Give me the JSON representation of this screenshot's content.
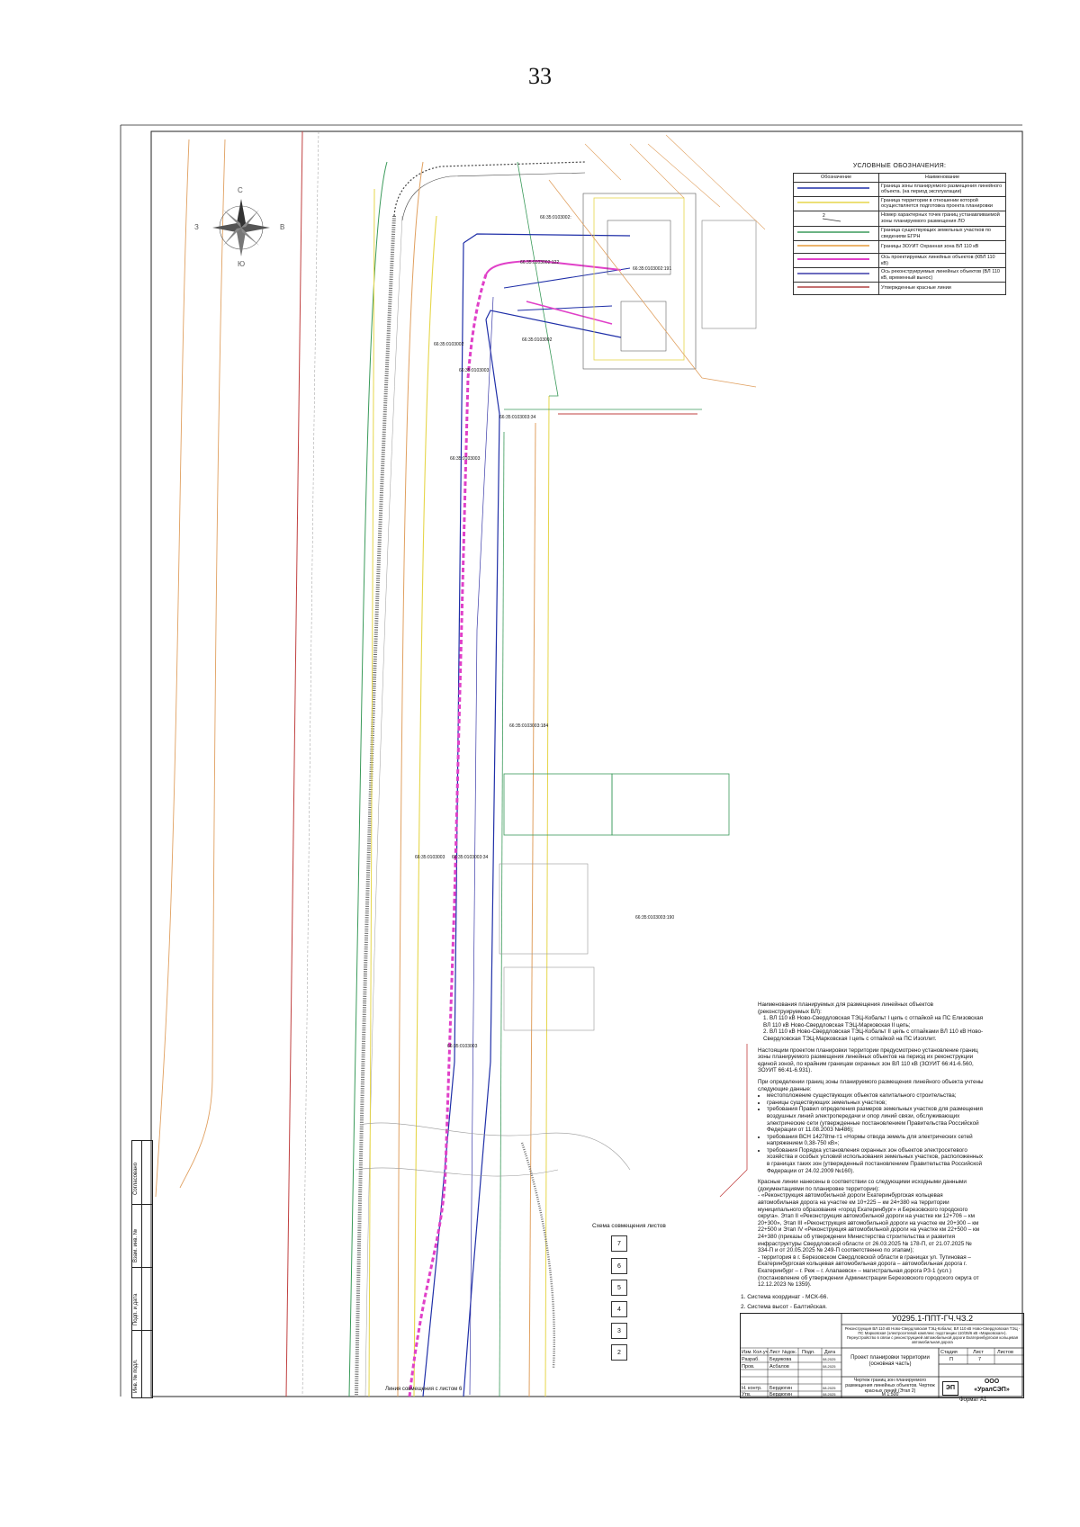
{
  "page_number": "33",
  "legend": {
    "title": "УСЛОВНЫЕ ОБОЗНАЧЕНИЯ:",
    "col_symbol": "Обозначение",
    "col_name": "Наименование",
    "items": [
      {
        "name": "Граница зоны планируемого размещения линейного объекта. (на период эксплуатации)",
        "color": "#1f2fa8"
      },
      {
        "name": "Граница территории в отношении которой осуществляется подготовка проекта планировки",
        "color": "#e6d64a"
      },
      {
        "name": "Номер характерных точек границ устанавливаемой зоны планируемого размещения ЛО",
        "color": "#333333"
      },
      {
        "name": "Граница существующих земельных участков по сведениям ЕГРН",
        "color": "#3a9a5a"
      },
      {
        "name": "Границы ЗОУИТ Охранная зона ВЛ 110 кВ",
        "color": "#e59a3a"
      },
      {
        "name": "Ось проектируемых линейных объектов (КВЛ 110 кВ)",
        "color": "#e040c8"
      },
      {
        "name": "Ось реконструируемых линейных объектов (ВЛ 110 кВ, временный вынос)",
        "color": "#3a3aa8"
      },
      {
        "name": "Утвержденные красные линии",
        "color": "#b04040"
      }
    ]
  },
  "compass": {
    "n": "С",
    "s": "Ю",
    "w": "З",
    "e": "В"
  },
  "map_labels": [
    "66:35:0103002:",
    "66:35:0103002:191",
    "66:35:0103002:122",
    "66:35:0103002",
    "66:35:0103002",
    "66:35:0103003",
    "66:35:0103003:34",
    "66:35:0103003",
    "66:35:0103003:184",
    "66:35:0103003",
    "66:35:0103003:34",
    "66:35:0103003:190",
    "66:35:0103003",
    "Линия совмещения с листом 6"
  ],
  "notes": {
    "p1": "Наименования планируемых для размещения линейных объектов (реконструируемых ВЛ):",
    "p1_items": [
      "1.    ВЛ 110 кВ Ново-Свердловская ТЭЦ-Кобальт I цепь с отпайкой на ПС Елизовская ВЛ 110 кВ Ново-Свердловская ТЭЦ-Марковская II цепь;",
      "2.    ВЛ 110 кВ Ново-Свердловская ТЭЦ-Кобальт II цепь с отпайками ВЛ 110 кВ Ново-Свердловская ТЭЦ-Марковская I цепь с отпайкой на ПС Изоплит."
    ],
    "p2": "Настоящим проектом планировки территории предусмотрено установление границ зоны планируемого размещения линейных объектов на период их реконструкции единой зоной, по крайним границам охранных зон ВЛ 110 кВ (ЗОУИТ 66:41-6.560, ЗОУИТ 66:41-6.931).",
    "p3": "При определении границ зоны планируемого размещения линейного объекта учтены следующие данные:",
    "p3_items": [
      "местоположение существующих объектов капитального строительства;",
      "границы существующих земельных участков;",
      "требования Правил определения размеров земельных участков для размещения воздушных линий электропередачи и опор линий связи, обслуживающих электрические сети (утвержденные постановлением Правительства Российской Федерации от 11.08.2003 №486);",
      "требования ВСН 14278тм-т1 «Нормы отвода земель для электрических сетей напряжением 0,38-750 кВ»;",
      "требования Порядка установления охранных зон объектов электросетевого хозяйства и особых условий использования земельных участков, расположенных в границах таких зон (утвержденный постановлением Правительства Российской Федерации от 24.02.2009 №160)."
    ],
    "p4": "Красные линии нанесены в соответствии со следующими исходными данными (документациями по планировке территории):\n- «Реконструкция автомобильной дороги Екатеринбургская кольцевая автомобильная дорога на участке км 10+225 – км 24+380 на территории муниципального образования «город Екатеринбург» и Березовского городского округа». Этап II «Реконструкция автомобильной дороги на участке км 12+706 – км 20+300», Этап III «Реконструкция автомобильной дороги на участке км 20+300 – км 22+500 и Этап IV «Реконструкция автомобильной дороги на участке км 22+500 – км 24+380 (приказы об утверждении Министерства строительства и развития инфраструктуры Свердловской области от 26.03.2025 № 178-П, от 21.07.2025 № 334-П и от 20.05.2025 № 249-П соответственно по этапам);\n- территория в г. Березовском Свердловской области в границах ул. Тутиновая – Екатеринбургская кольцевая автомобильная дорога – автомобильная дорога г. Екатеринбург – г. Реж – г. Алапаевск» – магистральная дорога РЗ-1 (усл.) (постановление об утверждении Администрации Березовского городского округа от 12.12.2023 № 1359)."
  },
  "coord_notes": [
    "1. Система координат - МСК-66.",
    "2. Система высот - Балтийская."
  ],
  "scheme": {
    "title": "Схема совмещения листов",
    "sheets": [
      "7",
      "6",
      "5",
      "4",
      "3",
      "2"
    ]
  },
  "left_stamp": [
    "Согласовано",
    "Взам. инв. №",
    "Подп. и дата",
    "Инв. № подл."
  ],
  "stamp": {
    "code": "У0295.1-ППТ-ГЧ.ЧЗ.2",
    "object": "Реконструкция ВЛ 110 кВ Ново-Свердловская ТЭЦ-Кобальт, ВЛ 110 кВ Ново-Свердловская ТЭЦ - ПС Марковская (электросетевой комплекс подстанции 110/35/6 кВ «Марковская»). Переустройство в связи с реконструкцией автомобильной дороги Екатеринбургская кольцевая автомобильная дорога",
    "hdr": [
      "Изм.",
      "Кол.уч",
      "Лист",
      "№док.",
      "Подп.",
      "Дата"
    ],
    "roles": [
      {
        "role": "Разраб.",
        "name": "Бедикова",
        "date": "08.2025"
      },
      {
        "role": "Пров.",
        "name": "Асбалов",
        "date": "08.2025"
      },
      {
        "role": "",
        "name": "",
        "date": ""
      },
      {
        "role": "Н. контр.",
        "name": "Бердюгин",
        "date": "08.2025"
      },
      {
        "role": "Утв.",
        "name": "Бердюгин",
        "date": "08.2025"
      }
    ],
    "title1": "Проект планировки территории (основная часть)",
    "stage_hdr": [
      "Стадия",
      "Лист",
      "Листов"
    ],
    "stage": [
      "П",
      "7",
      ""
    ],
    "title2": "Чертеж границ зон планируемого размещения линейных объектов. Чертеж красных линий (Этап 2)",
    "scale": "М 1:500",
    "company_prefix": "ООО",
    "company": "«УралСЭП»",
    "logo_text": "ЭП",
    "format": "Формат А1"
  }
}
